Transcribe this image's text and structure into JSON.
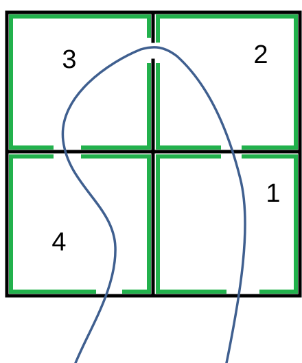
{
  "diagram": {
    "rooms": [
      {
        "id": "3",
        "label": "3"
      },
      {
        "id": "2",
        "label": "2"
      },
      {
        "id": "1",
        "label": "1"
      },
      {
        "id": "4",
        "label": "4"
      }
    ],
    "colors": {
      "outer_wall": "#000000",
      "inner_outline": "#22b14c",
      "path_curve": "#3f5f8f",
      "background": "#ffffff"
    }
  }
}
